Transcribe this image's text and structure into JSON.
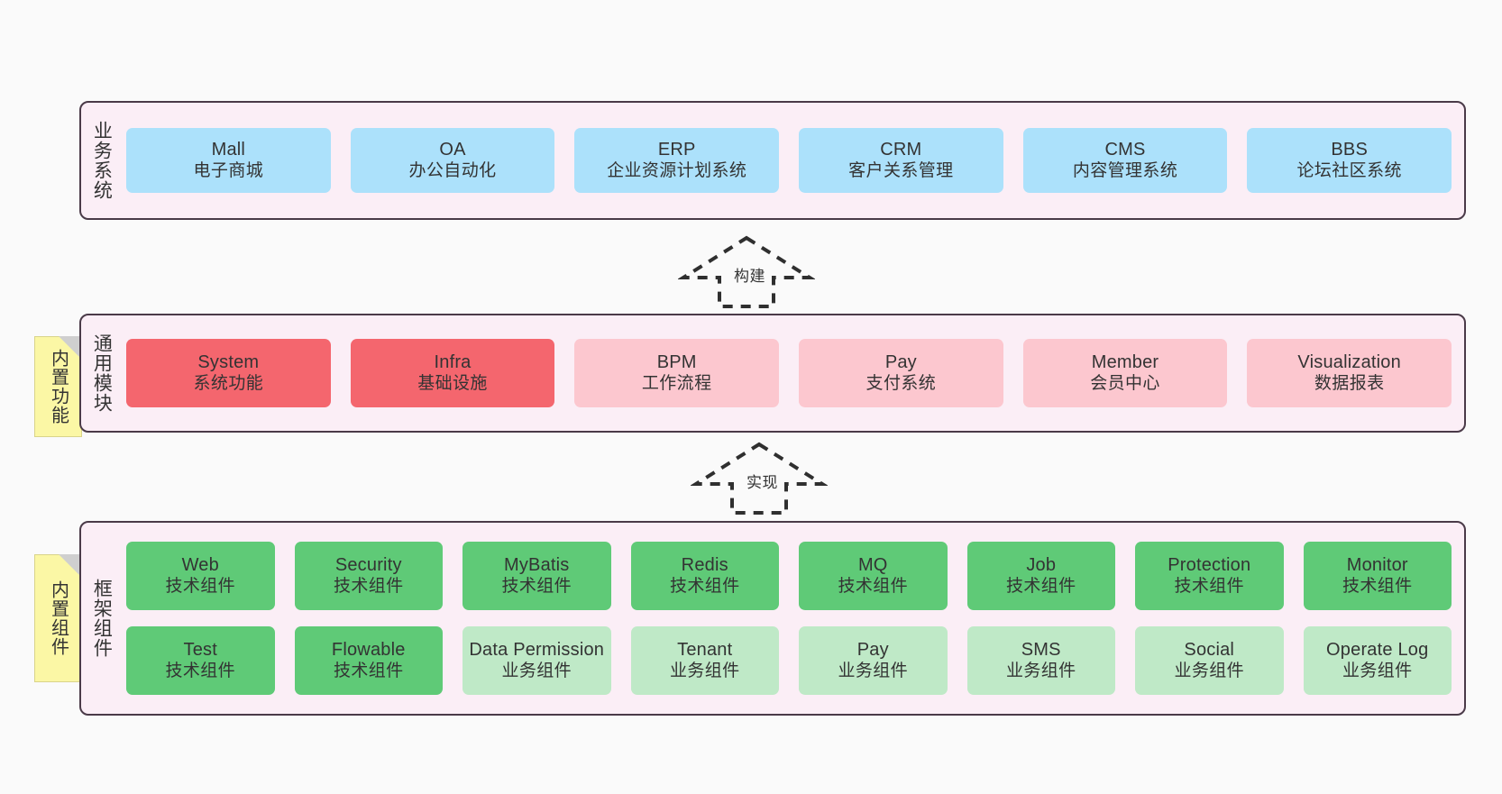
{
  "diagram": {
    "title": "",
    "colors": {
      "band_bg": "#fbeef6",
      "band_border": "#4a3a48",
      "blue": "#ace1fb",
      "red": "#f4666e",
      "pink": "#fcc7cf",
      "green": "#5fca77",
      "light_green": "#bfe9c7",
      "sticky": "#fbf7a5",
      "canvas": "#fafafa"
    }
  },
  "bands": {
    "business": {
      "label": "业务系统",
      "items": [
        {
          "en": "Mall",
          "cn": "电子商城",
          "color": "blue"
        },
        {
          "en": "OA",
          "cn": "办公自动化",
          "color": "blue"
        },
        {
          "en": "ERP",
          "cn": "企业资源计划系统",
          "color": "blue"
        },
        {
          "en": "CRM",
          "cn": "客户关系管理",
          "color": "blue"
        },
        {
          "en": "CMS",
          "cn": "内容管理系统",
          "color": "blue"
        },
        {
          "en": "BBS",
          "cn": "论坛社区系统",
          "color": "blue"
        }
      ]
    },
    "common": {
      "label": "通用模块",
      "sticky": "内置功能",
      "items": [
        {
          "en": "System",
          "cn": "系统功能",
          "color": "red"
        },
        {
          "en": "Infra",
          "cn": "基础设施",
          "color": "red"
        },
        {
          "en": "BPM",
          "cn": "工作流程",
          "color": "pink"
        },
        {
          "en": "Pay",
          "cn": "支付系统",
          "color": "pink"
        },
        {
          "en": "Member",
          "cn": "会员中心",
          "color": "pink"
        },
        {
          "en": "Visualization",
          "cn": "数据报表",
          "color": "pink"
        }
      ]
    },
    "framework": {
      "label": "框架组件",
      "sticky": "内置组件",
      "row1": [
        {
          "en": "Web",
          "cn": "技术组件",
          "color": "green"
        },
        {
          "en": "Security",
          "cn": "技术组件",
          "color": "green"
        },
        {
          "en": "MyBatis",
          "cn": "技术组件",
          "color": "green"
        },
        {
          "en": "Redis",
          "cn": "技术组件",
          "color": "green"
        },
        {
          "en": "MQ",
          "cn": "技术组件",
          "color": "green"
        },
        {
          "en": "Job",
          "cn": "技术组件",
          "color": "green"
        },
        {
          "en": "Protection",
          "cn": "技术组件",
          "color": "green"
        },
        {
          "en": "Monitor",
          "cn": "技术组件",
          "color": "green"
        }
      ],
      "row2": [
        {
          "en": "Test",
          "cn": "技术组件",
          "color": "green"
        },
        {
          "en": "Flowable",
          "cn": "技术组件",
          "color": "green"
        },
        {
          "en": "Data Permission",
          "cn": "业务组件",
          "color": "lightgreen"
        },
        {
          "en": "Tenant",
          "cn": "业务组件",
          "color": "lightgreen"
        },
        {
          "en": "Pay",
          "cn": "业务组件",
          "color": "lightgreen"
        },
        {
          "en": "SMS",
          "cn": "业务组件",
          "color": "lightgreen"
        },
        {
          "en": "Social",
          "cn": "业务组件",
          "color": "lightgreen"
        },
        {
          "en": "Operate Log",
          "cn": "业务组件",
          "color": "lightgreen"
        }
      ]
    }
  },
  "arrows": [
    {
      "name": "build",
      "label": "构建"
    },
    {
      "name": "implement",
      "label": "实现"
    }
  ]
}
